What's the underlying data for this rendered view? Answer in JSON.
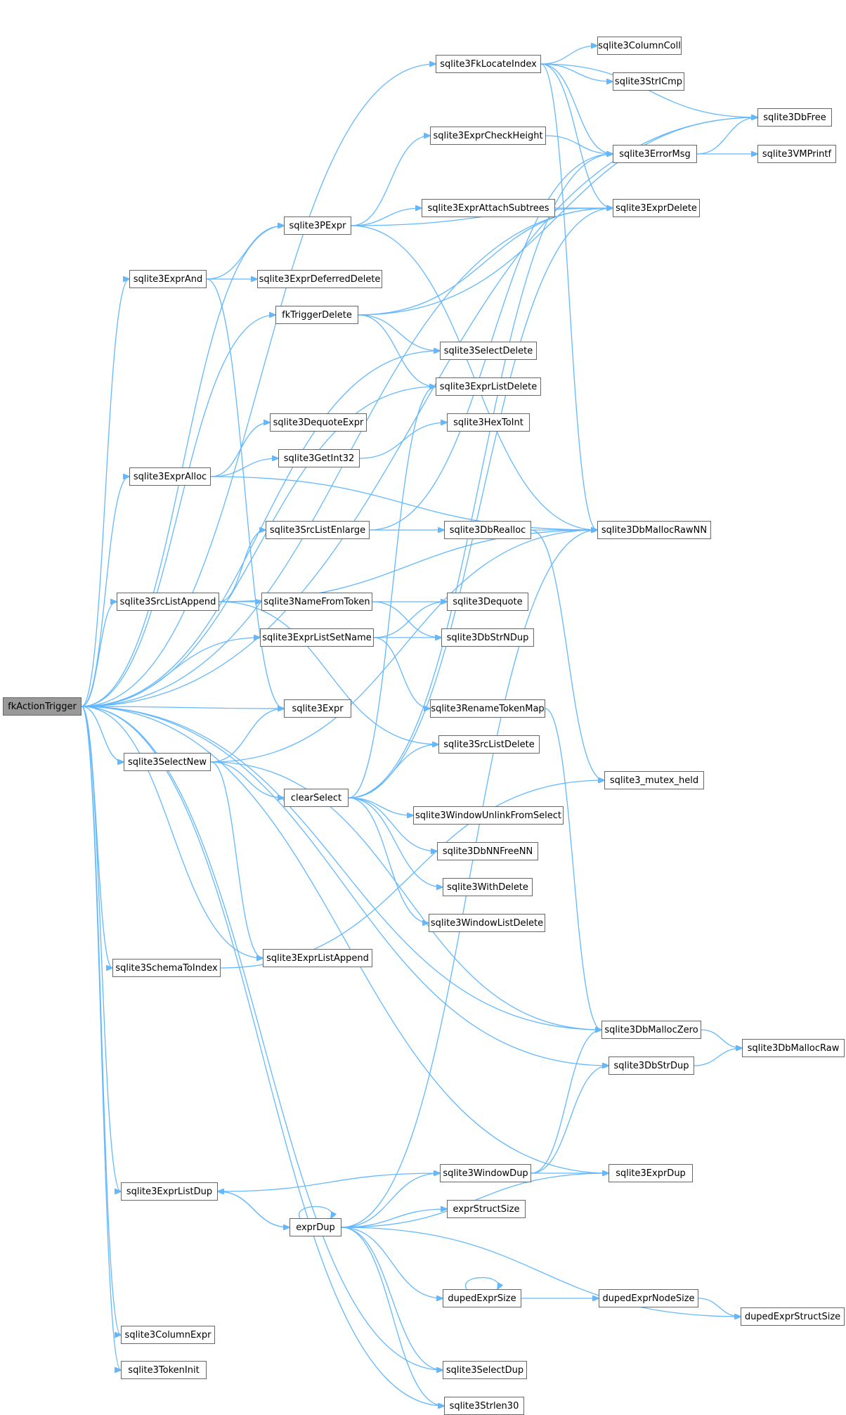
{
  "graph": {
    "edge_color": "#63b8ff",
    "node_border": "#666666",
    "root_fill": "#999999",
    "nodes": [
      {
        "id": "fkActionTrigger",
        "label": "fkActionTrigger",
        "root": true
      },
      {
        "id": "sqlite3FkLocateIndex",
        "label": "sqlite3FkLocateIndex"
      },
      {
        "id": "sqlite3ColumnColl",
        "label": "sqlite3ColumnColl"
      },
      {
        "id": "sqlite3StrICmp",
        "label": "sqlite3StrICmp"
      },
      {
        "id": "sqlite3DbFree",
        "label": "sqlite3DbFree"
      },
      {
        "id": "sqlite3ExprCheckHeight",
        "label": "sqlite3ExprCheckHeight"
      },
      {
        "id": "sqlite3ErrorMsg",
        "label": "sqlite3ErrorMsg"
      },
      {
        "id": "sqlite3VMPrintf",
        "label": "sqlite3VMPrintf"
      },
      {
        "id": "sqlite3PExpr",
        "label": "sqlite3PExpr"
      },
      {
        "id": "sqlite3ExprAttachSubtrees",
        "label": "sqlite3ExprAttachSubtrees"
      },
      {
        "id": "sqlite3ExprDelete",
        "label": "sqlite3ExprDelete"
      },
      {
        "id": "sqlite3ExprAnd",
        "label": "sqlite3ExprAnd"
      },
      {
        "id": "sqlite3ExprDeferredDelete",
        "label": "sqlite3ExprDeferredDelete"
      },
      {
        "id": "fkTriggerDelete",
        "label": "fkTriggerDelete"
      },
      {
        "id": "sqlite3SelectDelete",
        "label": "sqlite3SelectDelete"
      },
      {
        "id": "sqlite3ExprListDelete",
        "label": "sqlite3ExprListDelete"
      },
      {
        "id": "sqlite3DequoteExpr",
        "label": "sqlite3DequoteExpr"
      },
      {
        "id": "sqlite3HexToInt",
        "label": "sqlite3HexToInt"
      },
      {
        "id": "sqlite3GetInt32",
        "label": "sqlite3GetInt32"
      },
      {
        "id": "sqlite3ExprAlloc",
        "label": "sqlite3ExprAlloc"
      },
      {
        "id": "sqlite3SrcListEnlarge",
        "label": "sqlite3SrcListEnlarge"
      },
      {
        "id": "sqlite3DbRealloc",
        "label": "sqlite3DbRealloc"
      },
      {
        "id": "sqlite3DbMallocRawNN",
        "label": "sqlite3DbMallocRawNN"
      },
      {
        "id": "sqlite3SrcListAppend",
        "label": "sqlite3SrcListAppend"
      },
      {
        "id": "sqlite3NameFromToken",
        "label": "sqlite3NameFromToken"
      },
      {
        "id": "sqlite3Dequote",
        "label": "sqlite3Dequote"
      },
      {
        "id": "sqlite3ExprListSetName",
        "label": "sqlite3ExprListSetName"
      },
      {
        "id": "sqlite3DbStrNDup",
        "label": "sqlite3DbStrNDup"
      },
      {
        "id": "sqlite3RenameTokenMap",
        "label": "sqlite3RenameTokenMap"
      },
      {
        "id": "sqlite3Expr",
        "label": "sqlite3Expr"
      },
      {
        "id": "sqlite3SrcListDelete",
        "label": "sqlite3SrcListDelete"
      },
      {
        "id": "sqlite3SelectNew",
        "label": "sqlite3SelectNew"
      },
      {
        "id": "sqlite3_mutex_held",
        "label": "sqlite3_mutex_held"
      },
      {
        "id": "clearSelect",
        "label": "clearSelect"
      },
      {
        "id": "sqlite3WindowUnlinkFromSelect",
        "label": "sqlite3WindowUnlinkFromSelect"
      },
      {
        "id": "sqlite3DbNNFreeNN",
        "label": "sqlite3DbNNFreeNN"
      },
      {
        "id": "sqlite3WithDelete",
        "label": "sqlite3WithDelete"
      },
      {
        "id": "sqlite3WindowListDelete",
        "label": "sqlite3WindowListDelete"
      },
      {
        "id": "sqlite3ExprListAppend",
        "label": "sqlite3ExprListAppend"
      },
      {
        "id": "sqlite3SchemaToIndex",
        "label": "sqlite3SchemaToIndex"
      },
      {
        "id": "sqlite3DbMallocZero",
        "label": "sqlite3DbMallocZero"
      },
      {
        "id": "sqlite3DbMallocRaw",
        "label": "sqlite3DbMallocRaw"
      },
      {
        "id": "sqlite3DbStrDup",
        "label": "sqlite3DbStrDup"
      },
      {
        "id": "sqlite3WindowDup",
        "label": "sqlite3WindowDup"
      },
      {
        "id": "sqlite3ExprDup",
        "label": "sqlite3ExprDup"
      },
      {
        "id": "sqlite3ExprListDup",
        "label": "sqlite3ExprListDup"
      },
      {
        "id": "exprStructSize",
        "label": "exprStructSize"
      },
      {
        "id": "exprDup",
        "label": "exprDup"
      },
      {
        "id": "dupedExprSize",
        "label": "dupedExprSize"
      },
      {
        "id": "dupedExprNodeSize",
        "label": "dupedExprNodeSize"
      },
      {
        "id": "dupedExprStructSize",
        "label": "dupedExprStructSize"
      },
      {
        "id": "sqlite3ColumnExpr",
        "label": "sqlite3ColumnExpr"
      },
      {
        "id": "sqlite3SelectDup",
        "label": "sqlite3SelectDup"
      },
      {
        "id": "sqlite3TokenInit",
        "label": "sqlite3TokenInit"
      },
      {
        "id": "sqlite3Strlen30",
        "label": "sqlite3Strlen30"
      }
    ],
    "edges": [
      [
        "fkActionTrigger",
        "sqlite3FkLocateIndex"
      ],
      [
        "fkActionTrigger",
        "sqlite3DbFree"
      ],
      [
        "fkActionTrigger",
        "sqlite3ExprDelete"
      ],
      [
        "fkActionTrigger",
        "sqlite3PExpr"
      ],
      [
        "fkActionTrigger",
        "sqlite3ExprAnd"
      ],
      [
        "fkActionTrigger",
        "fkTriggerDelete"
      ],
      [
        "fkActionTrigger",
        "sqlite3SelectDelete"
      ],
      [
        "fkActionTrigger",
        "sqlite3ExprListDelete"
      ],
      [
        "fkActionTrigger",
        "sqlite3ExprAlloc"
      ],
      [
        "fkActionTrigger",
        "sqlite3SrcListAppend"
      ],
      [
        "fkActionTrigger",
        "sqlite3ExprListSetName"
      ],
      [
        "fkActionTrigger",
        "sqlite3Expr"
      ],
      [
        "fkActionTrigger",
        "sqlite3SelectNew"
      ],
      [
        "fkActionTrigger",
        "sqlite3ExprListAppend"
      ],
      [
        "fkActionTrigger",
        "sqlite3SchemaToIndex"
      ],
      [
        "fkActionTrigger",
        "sqlite3DbMallocZero"
      ],
      [
        "fkActionTrigger",
        "sqlite3DbStrDup"
      ],
      [
        "fkActionTrigger",
        "sqlite3ExprDup"
      ],
      [
        "fkActionTrigger",
        "sqlite3ExprListDup"
      ],
      [
        "fkActionTrigger",
        "sqlite3ColumnExpr"
      ],
      [
        "fkActionTrigger",
        "sqlite3SelectDup"
      ],
      [
        "fkActionTrigger",
        "sqlite3TokenInit"
      ],
      [
        "fkActionTrigger",
        "sqlite3Strlen30"
      ],
      [
        "sqlite3FkLocateIndex",
        "sqlite3ColumnColl"
      ],
      [
        "sqlite3FkLocateIndex",
        "sqlite3StrICmp"
      ],
      [
        "sqlite3FkLocateIndex",
        "sqlite3DbFree"
      ],
      [
        "sqlite3FkLocateIndex",
        "sqlite3ErrorMsg"
      ],
      [
        "sqlite3FkLocateIndex",
        "sqlite3ExprDelete"
      ],
      [
        "sqlite3FkLocateIndex",
        "sqlite3DbMallocRawNN"
      ],
      [
        "sqlite3ExprCheckHeight",
        "sqlite3ErrorMsg"
      ],
      [
        "sqlite3ErrorMsg",
        "sqlite3DbFree"
      ],
      [
        "sqlite3ErrorMsg",
        "sqlite3VMPrintf"
      ],
      [
        "sqlite3PExpr",
        "sqlite3ExprCheckHeight"
      ],
      [
        "sqlite3PExpr",
        "sqlite3ExprAttachSubtrees"
      ],
      [
        "sqlite3PExpr",
        "sqlite3ExprDelete"
      ],
      [
        "sqlite3PExpr",
        "sqlite3DbMallocRawNN"
      ],
      [
        "sqlite3ExprAttachSubtrees",
        "sqlite3ExprDelete"
      ],
      [
        "sqlite3ExprAnd",
        "sqlite3PExpr"
      ],
      [
        "sqlite3ExprAnd",
        "sqlite3ExprDeferredDelete"
      ],
      [
        "sqlite3ExprAnd",
        "sqlite3Expr"
      ],
      [
        "fkTriggerDelete",
        "sqlite3ExprDelete"
      ],
      [
        "fkTriggerDelete",
        "sqlite3DbFree"
      ],
      [
        "fkTriggerDelete",
        "sqlite3SelectDelete"
      ],
      [
        "fkTriggerDelete",
        "sqlite3ExprListDelete"
      ],
      [
        "sqlite3ExprAlloc",
        "sqlite3DequoteExpr"
      ],
      [
        "sqlite3ExprAlloc",
        "sqlite3GetInt32"
      ],
      [
        "sqlite3ExprAlloc",
        "sqlite3DbMallocRawNN"
      ],
      [
        "sqlite3GetInt32",
        "sqlite3HexToInt"
      ],
      [
        "sqlite3SrcListEnlarge",
        "sqlite3ErrorMsg"
      ],
      [
        "sqlite3SrcListEnlarge",
        "sqlite3DbRealloc"
      ],
      [
        "sqlite3DbRealloc",
        "sqlite3DbMallocRawNN"
      ],
      [
        "sqlite3DbRealloc",
        "sqlite3_mutex_held"
      ],
      [
        "sqlite3SrcListAppend",
        "sqlite3SrcListEnlarge"
      ],
      [
        "sqlite3SrcListAppend",
        "sqlite3DbMallocRawNN"
      ],
      [
        "sqlite3SrcListAppend",
        "sqlite3NameFromToken"
      ],
      [
        "sqlite3SrcListAppend",
        "sqlite3SrcListDelete"
      ],
      [
        "sqlite3NameFromToken",
        "sqlite3Dequote"
      ],
      [
        "sqlite3NameFromToken",
        "sqlite3DbStrNDup"
      ],
      [
        "sqlite3ExprListSetName",
        "sqlite3Dequote"
      ],
      [
        "sqlite3ExprListSetName",
        "sqlite3DbStrNDup"
      ],
      [
        "sqlite3ExprListSetName",
        "sqlite3RenameTokenMap"
      ],
      [
        "sqlite3RenameTokenMap",
        "sqlite3DbMallocZero"
      ],
      [
        "sqlite3SelectNew",
        "sqlite3Expr"
      ],
      [
        "sqlite3SelectNew",
        "sqlite3DbMallocRawNN"
      ],
      [
        "sqlite3SelectNew",
        "clearSelect"
      ],
      [
        "sqlite3SelectNew",
        "sqlite3ExprListAppend"
      ],
      [
        "sqlite3SelectNew",
        "sqlite3DbMallocZero"
      ],
      [
        "clearSelect",
        "sqlite3ExprListDelete"
      ],
      [
        "clearSelect",
        "sqlite3SrcListDelete"
      ],
      [
        "clearSelect",
        "sqlite3ExprDelete"
      ],
      [
        "clearSelect",
        "sqlite3WindowUnlinkFromSelect"
      ],
      [
        "clearSelect",
        "sqlite3DbNNFreeNN"
      ],
      [
        "clearSelect",
        "sqlite3WithDelete"
      ],
      [
        "clearSelect",
        "sqlite3WindowListDelete"
      ],
      [
        "clearSelect",
        "sqlite3ErrorMsg"
      ],
      [
        "sqlite3SchemaToIndex",
        "sqlite3_mutex_held"
      ],
      [
        "sqlite3DbMallocZero",
        "sqlite3DbMallocRaw"
      ],
      [
        "sqlite3DbStrDup",
        "sqlite3DbMallocRaw"
      ],
      [
        "sqlite3WindowDup",
        "sqlite3ExprDup"
      ],
      [
        "sqlite3WindowDup",
        "sqlite3ExprListDup"
      ],
      [
        "sqlite3WindowDup",
        "sqlite3DbMallocZero"
      ],
      [
        "sqlite3WindowDup",
        "sqlite3DbStrDup"
      ],
      [
        "sqlite3ExprListDup",
        "exprDup"
      ],
      [
        "exprDup",
        "exprDup"
      ],
      [
        "exprDup",
        "sqlite3ExprListDup"
      ],
      [
        "exprDup",
        "sqlite3WindowDup"
      ],
      [
        "exprDup",
        "exprStructSize"
      ],
      [
        "exprDup",
        "sqlite3ExprDup"
      ],
      [
        "exprDup",
        "dupedExprSize"
      ],
      [
        "exprDup",
        "dupedExprStructSize"
      ],
      [
        "exprDup",
        "sqlite3SelectDup"
      ],
      [
        "exprDup",
        "sqlite3Strlen30"
      ],
      [
        "exprDup",
        "sqlite3DbMallocRawNN"
      ],
      [
        "dupedExprSize",
        "dupedExprSize"
      ],
      [
        "dupedExprSize",
        "dupedExprNodeSize"
      ],
      [
        "dupedExprNodeSize",
        "dupedExprStructSize"
      ]
    ]
  }
}
